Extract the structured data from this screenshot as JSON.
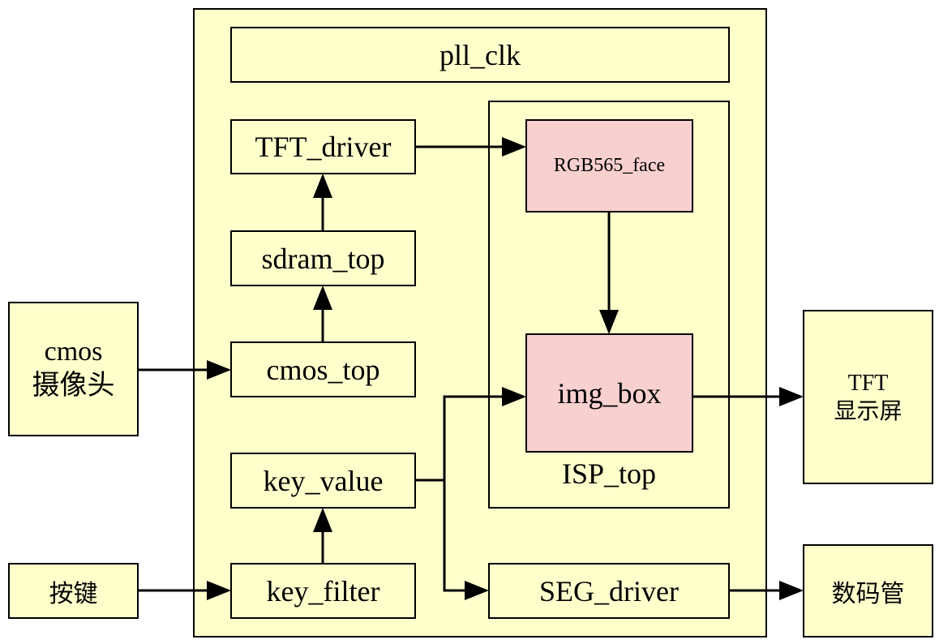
{
  "blocks": {
    "pll_clk": "pll_clk",
    "tft_driver": "TFT_driver",
    "sdram_top": "sdram_top",
    "cmos_top": "cmos_top",
    "key_value": "key_value",
    "key_filter": "key_filter",
    "rgb565_face": "RGB565_face",
    "img_box": "img_box",
    "isp_top": "ISP_top",
    "seg_driver": "SEG_driver"
  },
  "external": {
    "cmos_line1": "cmos",
    "cmos_line2": "摄像头",
    "keys": "按键",
    "tft_line1": "TFT",
    "tft_line2": "显示屏",
    "seg_display": "数码管"
  },
  "colors": {
    "block_fill": "#ffffcc",
    "isp_block_fill": "#f8d0d0",
    "line": "#000000"
  }
}
